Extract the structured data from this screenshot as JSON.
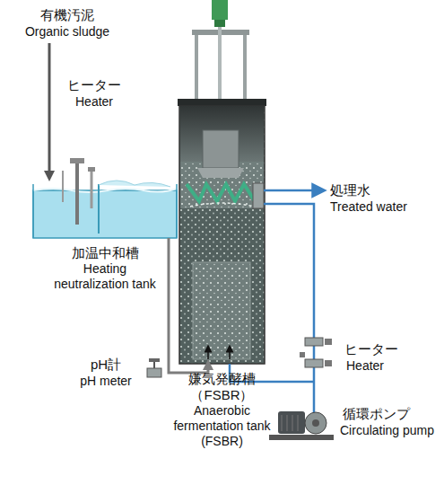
{
  "diagram": {
    "nodes": [
      {
        "text": [
          "加温中和槽",
          "Heating neutralization tank"
        ]
      },
      {
        "text": [
          "嫌気発酵槽 （FSBR）",
          "Anaerobic fermentation tank (FSBR)"
        ]
      }
    ],
    "edges": [
      {
        "from": 0,
        "to": 1,
        "arrow": "to"
      }
    ],
    "labels": [
      "有機汚泥",
      "Organic sludge",
      "ヒーター",
      "Heater",
      "処理水",
      "Treated water",
      "pH計",
      "pH meter",
      "ヒーター",
      "Heater",
      "循環ポンプ",
      "Circulating pump"
    ]
  }
}
